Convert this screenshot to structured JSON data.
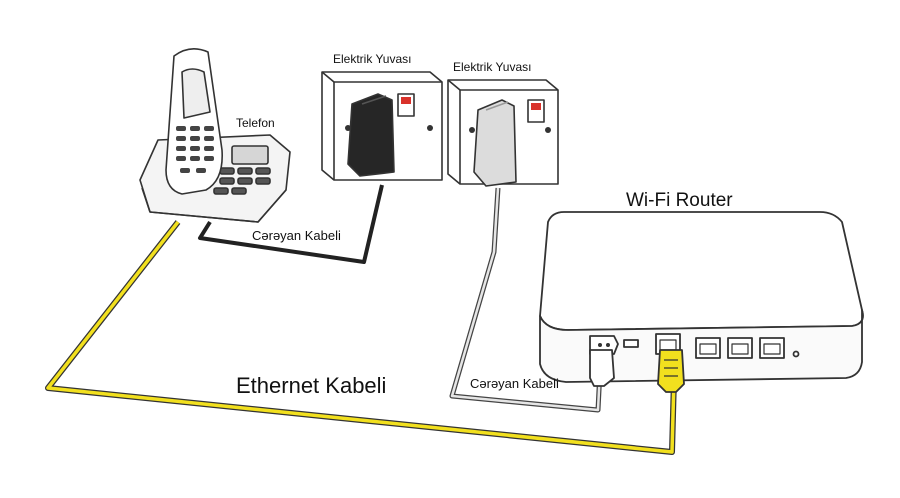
{
  "labels": {
    "telefon": "Telefon",
    "socket_left": "Elektrik Yuvası",
    "socket_right": "Elektrik Yuvası",
    "router": "Wi-Fi Router",
    "power_cable_phone": "Cərəyan Kabeli",
    "power_cable_router": "Cərəyan Kabeli",
    "ethernet_cable": "Ethernet Kabeli"
  },
  "colors": {
    "ethernet": "#f2e01e",
    "power_cable_dark": "#222222",
    "power_cable_light": "#e6e6e6",
    "socket_switch": "#d9322b",
    "outline": "#333333"
  },
  "icons": {
    "phone": "cordless-phone-icon",
    "socket": "wall-socket-icon",
    "router": "router-icon"
  }
}
